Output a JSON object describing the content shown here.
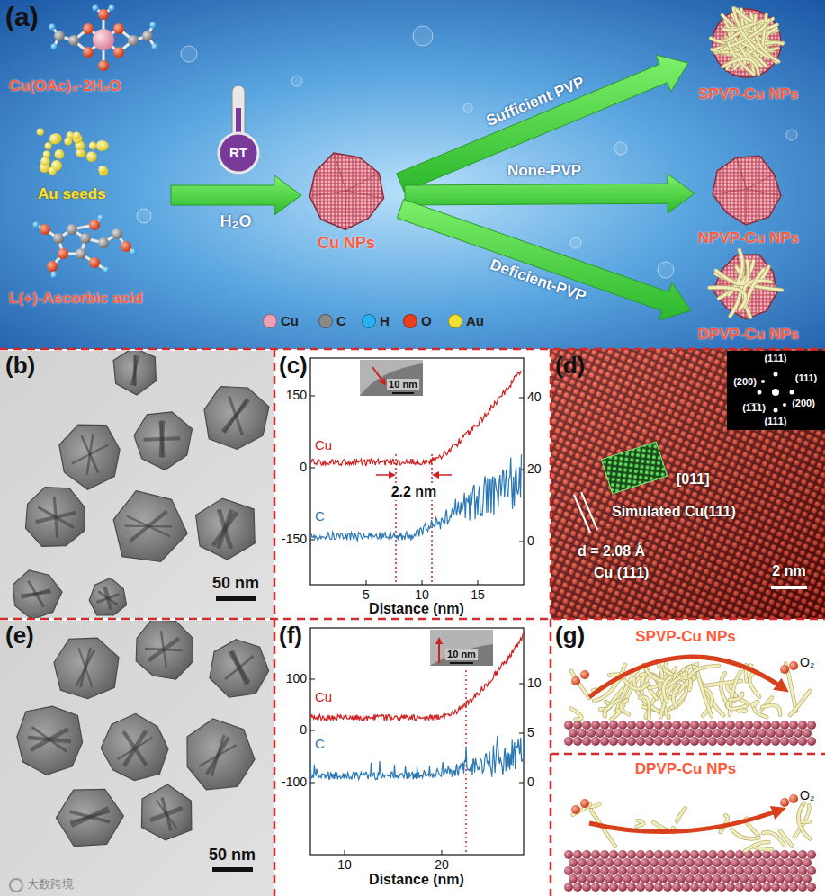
{
  "diagram": {
    "labels": [
      "(a)",
      "Cu(OAc)₂·2H₂O",
      "Au seeds",
      "L(+)-Ascorbic acid",
      "RT",
      "H₂O",
      "Cu NPs",
      "Sufficient PVP",
      "None-PVP",
      "Deficient-PVP",
      "SPVP-Cu NPs",
      "NPVP-Cu NPs",
      "DPVP-Cu NPs",
      "(b)",
      "50 nm",
      "(c)",
      "10 nm",
      "Cu",
      "C",
      "150",
      "0",
      "-150",
      "40",
      "20",
      "0",
      "2.2 nm",
      "5",
      "10",
      "15",
      "Distance (nm)",
      "(d)",
      "(1̅11)",
      "(200)",
      "(111)",
      "(1̅1̅1)",
      "(200)",
      "(11̅1)",
      "[011]",
      "Simulated Cu(111)",
      "d = 2.08 Å",
      "Cu (111)",
      "2 nm",
      "(e)",
      "50 nm",
      "(f)",
      "10 nm",
      "Cu",
      "C",
      "100",
      "0",
      "-100",
      "10",
      "5",
      "0",
      "10",
      "20",
      "Distance (nm)",
      "(g)",
      "SPVP-Cu NPs",
      "O₂",
      "DPVP-Cu NPs",
      "O₂",
      "大数跨境"
    ],
    "legend": [
      {
        "text": "Cu",
        "color": "#f0a0b4"
      },
      {
        "text": "C",
        "color": "#8a8a8a"
      },
      {
        "text": "H",
        "color": "#2ab0f0"
      },
      {
        "text": "O",
        "color": "#e8401c"
      },
      {
        "text": "Au",
        "color": "#f2e030"
      }
    ]
  }
}
